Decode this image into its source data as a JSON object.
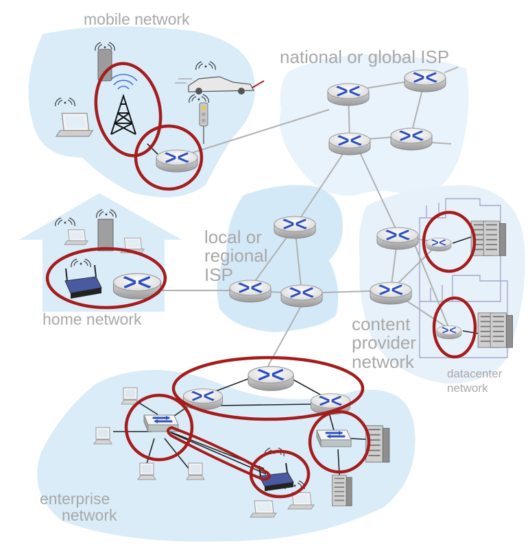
{
  "labels": {
    "mobile_network": "mobile network",
    "national_isp": "national or global ISP",
    "local_isp": "local or\nregional\nISP",
    "home_network": "home network",
    "content_provider": "content\nprovider\nnetwork",
    "datacenter": "datacenter\nnetwork",
    "enterprise": "enterprise\n     network"
  },
  "colors": {
    "region_fill": "#d9ecf8",
    "highlight_ring": "#a51c1c",
    "label_text": "#a8a8a8",
    "link": "#b0b0b0"
  },
  "icons": {
    "router": "router-icon",
    "switch": "switch-icon",
    "wifi_router": "wifi-router-icon",
    "cell_tower": "cell-tower-icon",
    "server_rack": "server-rack-icon"
  }
}
